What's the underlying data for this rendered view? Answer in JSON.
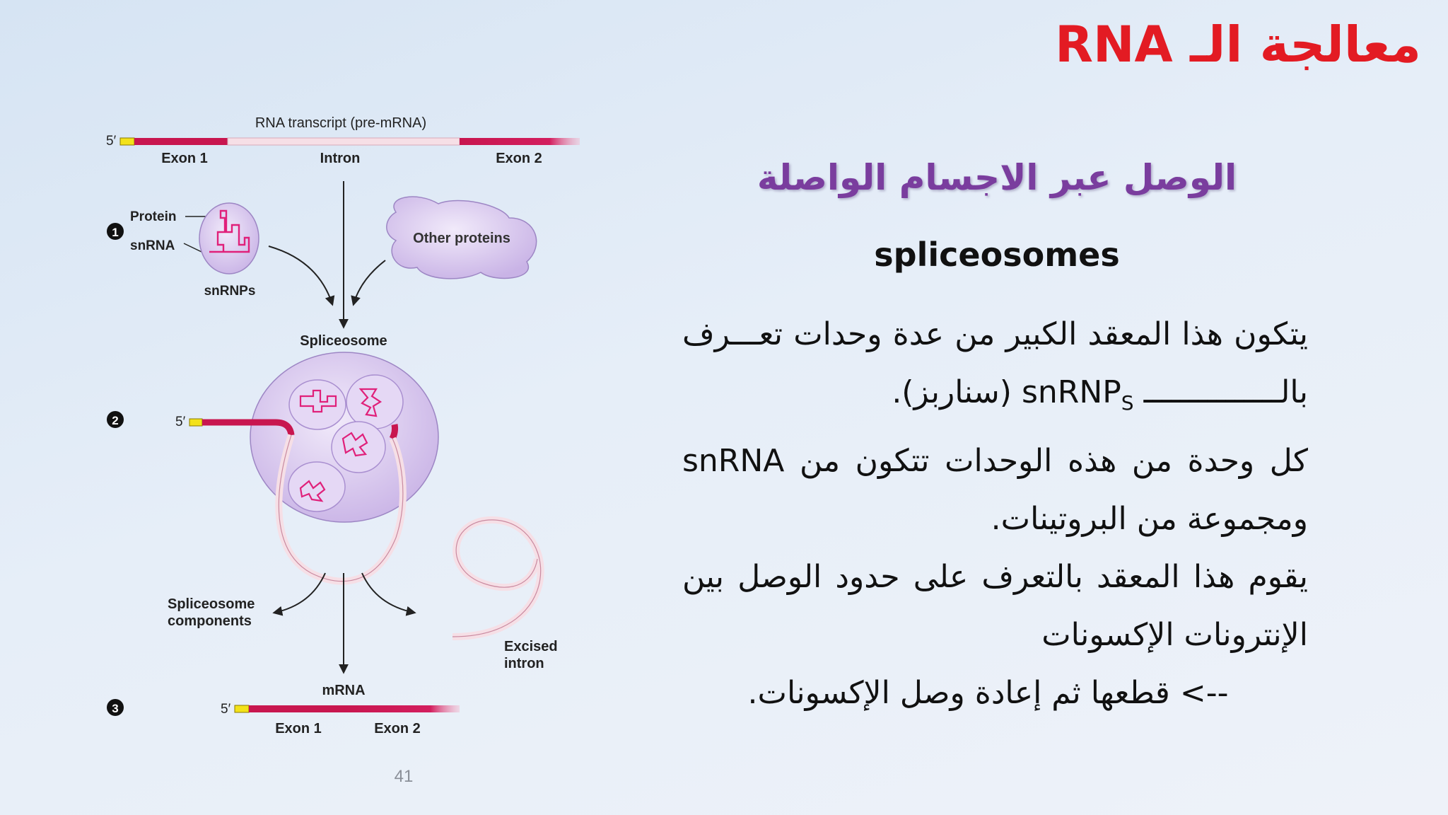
{
  "slide": {
    "title": "معالجة الـ RNA",
    "subtitle_ar": "الوصل عبر الاجسام الواصلة",
    "subtitle_en": "spliceosomes",
    "page_number": "41"
  },
  "body": {
    "p1_a": "يتكون هذا المعقد الكبير من عدة وحدات تعـــرف بالـــــــــــــــ",
    "p1_term": "snRNP",
    "p1_term_sub": "S",
    "p1_b": "(سناربز).",
    "p2_a": "كل وحدة من هذه الوحدات تتكون من",
    "p2_term": "snRNA",
    "p2_b": "ومجموعة من البروتينات.",
    "p3": "يقوم هذا المعقد بالتعرف على حدود الوصل بين الإنترونات الإكسونات",
    "p4": "--> قطعها ثم إعادة وصل الإكسونات."
  },
  "diagram": {
    "title": "RNA transcript (pre-mRNA)",
    "five_prime": "5′",
    "exon1": "Exon 1",
    "intron": "Intron",
    "exon2": "Exon 2",
    "step1": "1",
    "step2": "2",
    "step3": "3",
    "protein": "Protein",
    "snrna": "snRNA",
    "snrnps": "snRNPs",
    "other_proteins": "Other proteins",
    "spliceosome": "Spliceosome",
    "components_1": "Spliceosome",
    "components_2": "components",
    "excised_1": "Excised",
    "excised_2": "intron",
    "mrna": "mRNA",
    "colors": {
      "exon": "#c8164f",
      "intron": "#f6dfe6",
      "cap": "#f3e21a",
      "complex": "#d9c8ef",
      "rna_squiggle": "#e0207a"
    }
  }
}
